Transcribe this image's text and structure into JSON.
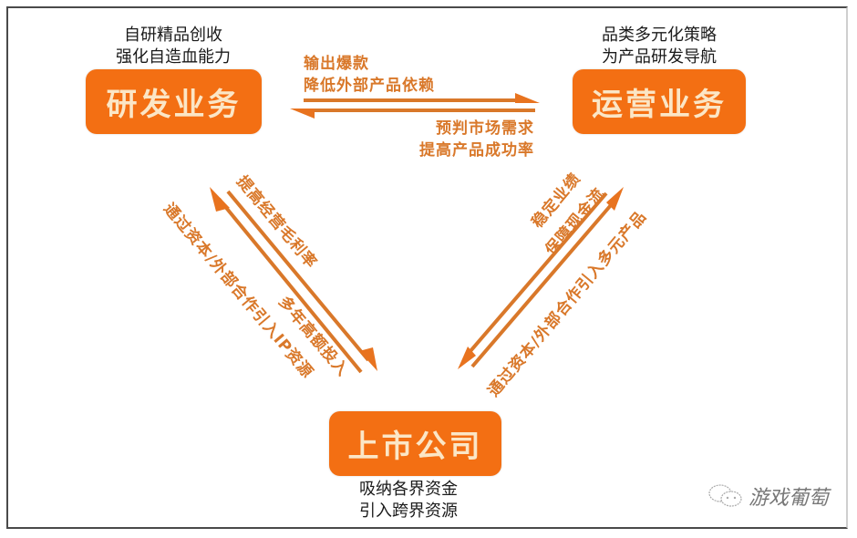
{
  "colors": {
    "node_fill": "#f36f13",
    "node_text": "#fbe6c6",
    "arrow": "#d9782a",
    "caption": "#1a1a1a"
  },
  "nodes": {
    "rd": {
      "label": "研发业务",
      "captions": [
        "自研精品创收",
        "强化自造血能力"
      ]
    },
    "ops": {
      "label": "运营业务",
      "captions": [
        "品类多元化策略",
        "为产品研发导航"
      ]
    },
    "listed": {
      "label": "上市公司",
      "captions": [
        "吸纳各界资金",
        "引入跨界资源"
      ]
    }
  },
  "edges": {
    "rd_to_ops": {
      "lines": [
        "输出爆款",
        "降低外部产品依赖"
      ]
    },
    "ops_to_rd": {
      "lines": [
        "预判市场需求",
        "提高产品成功率"
      ]
    },
    "rd_to_listed": {
      "lines": [
        "提高经营毛利率",
        "多年高额投入"
      ]
    },
    "listed_to_rd": {
      "lines": [
        "通过资本/外部合作引入IP资源"
      ]
    },
    "ops_to_listed": {
      "lines": [
        "稳定业绩",
        "保障现金流"
      ]
    },
    "listed_to_ops": {
      "lines": [
        "通过资本/外部合作引入多元产品"
      ]
    }
  },
  "watermark": {
    "icon": "wechat-icon",
    "text": "游戏葡萄"
  }
}
